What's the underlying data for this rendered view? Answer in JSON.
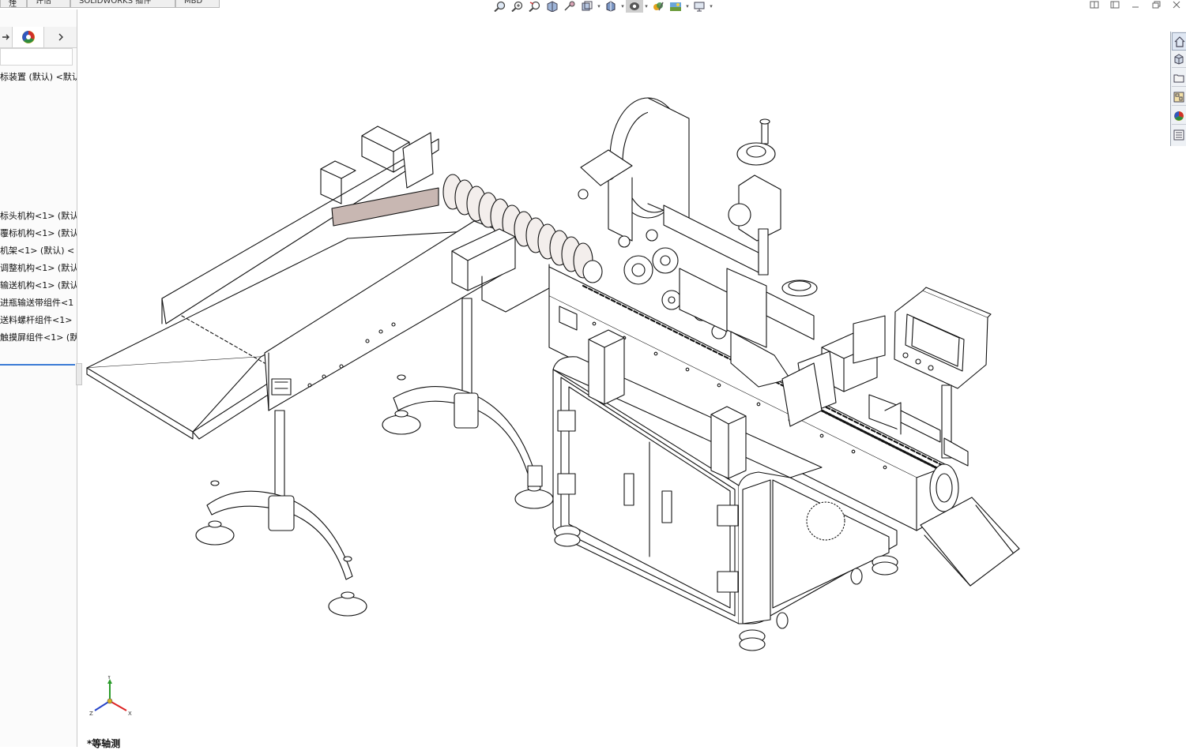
{
  "command_tabs": [
    "标注",
    "评估",
    "SOLIDWORKS 插件",
    "MBD"
  ],
  "feature_tree": {
    "root": "标装置 (默认) <默认",
    "items": [
      "标头机构<1> (默认",
      "覆标机构<1> (默认",
      "机架<1> (默认) <",
      "调整机构<1> (默认",
      "输送机构<1> (默认",
      "进瓶输送带组件<1",
      "送料螺杆组件<1>",
      "触摸屏组件<1> (默"
    ]
  },
  "view_orientation": "*等轴测",
  "triad": {
    "x": "X",
    "y": "Y",
    "z": "Z"
  },
  "colors": {
    "accent": "#3a7bd5",
    "panel_bg": "#fbfbfb",
    "line": "#111111"
  },
  "icons": {
    "hud": [
      "zoom-to-fit-icon",
      "zoom-area-icon",
      "previous-view-icon",
      "section-view-icon",
      "dynamic-annotation-icon",
      "view-orientation-icon",
      "display-style-icon",
      "hide-show-icon",
      "edit-appearance-icon",
      "apply-scene-icon",
      "view-settings-icon"
    ],
    "taskpane": [
      "solidworks-resources-icon",
      "design-library-icon",
      "file-explorer-icon",
      "view-palette-icon",
      "appearances-icon",
      "custom-properties-icon"
    ]
  }
}
